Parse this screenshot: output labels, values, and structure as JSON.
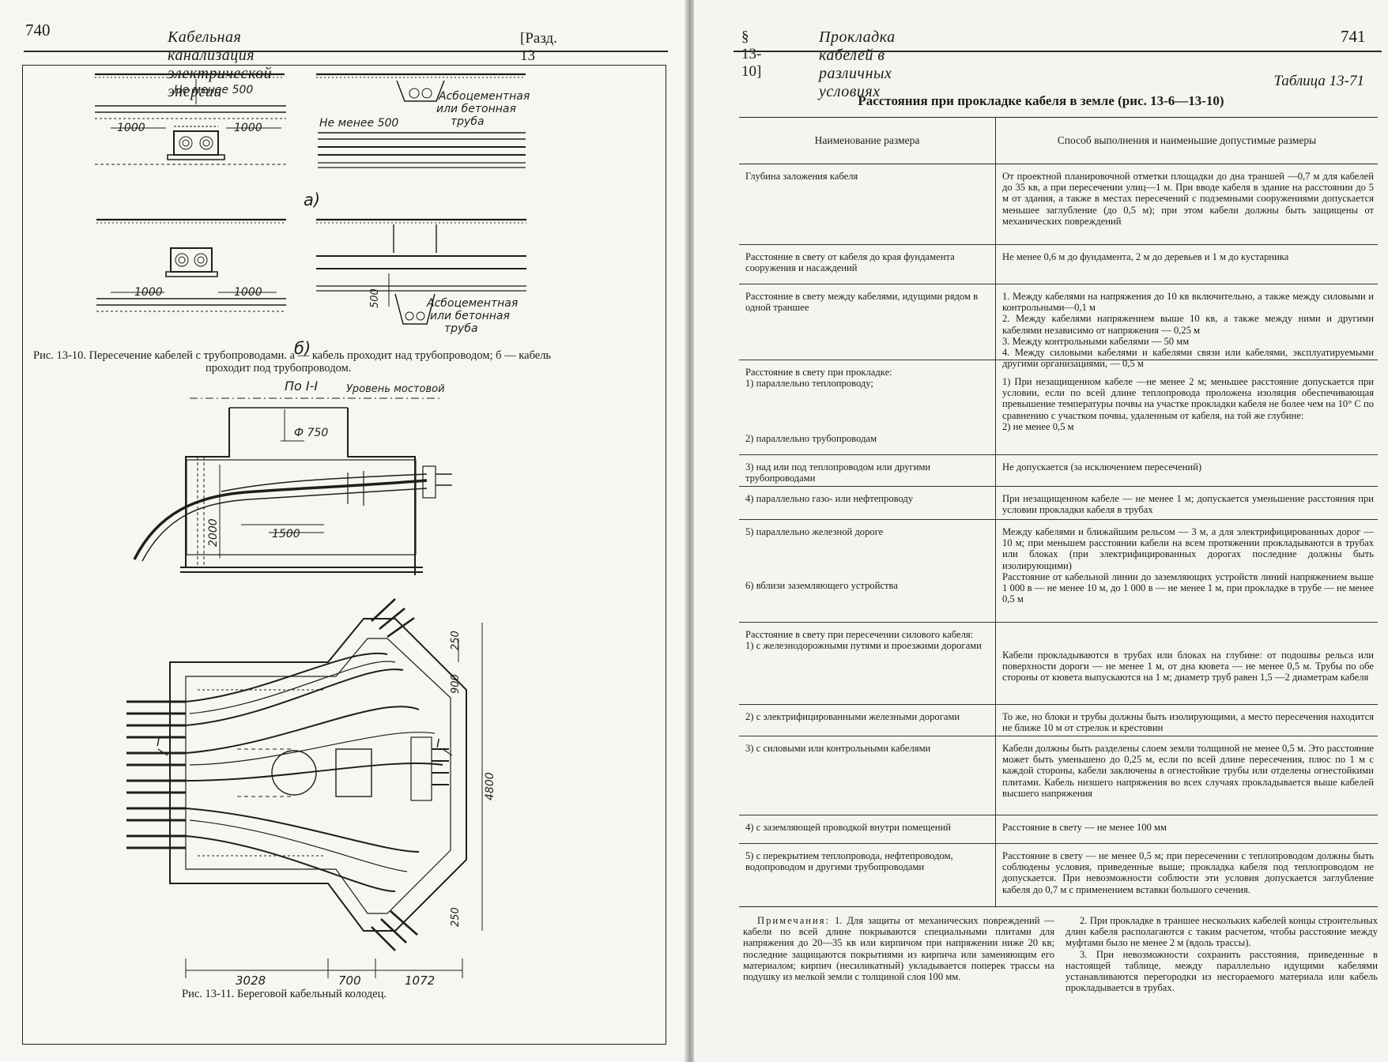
{
  "left_page": {
    "page_number": "740",
    "running_title": "Кабельная канализация электрической энергии",
    "section": "[Разд. 13",
    "fig10": {
      "labels": {
        "not_less_500": "Не менее 500",
        "dim_1000": "1000",
        "asbestos_1": "Асбоцементная",
        "asbestos_2": "или бетонная",
        "asbestos_3": "труба",
        "dim_500": "500",
        "part_a": "а)",
        "part_b": "б)"
      },
      "caption_line1": "Рис. 13-10. Пересечение кабелей с трубопроводами. а — кабель проходит над трубопроводом; б — кабель",
      "caption_line2": "проходит под трубопроводом."
    },
    "fig11": {
      "labels": {
        "section": "По I-I",
        "road_level": "Уровень мостовой",
        "diameter": "Ф 750",
        "dim_2000": "2000",
        "dim_1500": "1500",
        "dim_900": "900",
        "dim_250": "250",
        "dim_4800": "4800",
        "dim_3028": "3028",
        "dim_700": "700",
        "dim_1072": "1072",
        "mark_I": "I"
      },
      "caption": "Рис. 13-11. Береговой кабельный колодец."
    }
  },
  "right_page": {
    "section": "§ 13-10]",
    "running_title": "Прокладка кабелей в различных условиях",
    "page_number": "741",
    "table_label": "Таблица 13-71",
    "table_title": "Расстояния при прокладке кабеля в земле (рис. 13-6—13-10)",
    "headers": [
      "Наименование размера",
      "Способ выполнения и наименьшие допустимые размеры"
    ],
    "rows": [
      {
        "name": "Глубина заложения кабеля",
        "value": "От проектной планировочной отметки площадки до дна траншей —0,7 м для кабелей до 35 кв, а при пересечении улиц—1 м. При вводе кабеля в здание на расстоянии до 5 м от здания, а также в местах пересечений с подземными сооружениями допускается меньшее заглубление (до 0,5 м); при этом кабели должны быть защищены от механических повреждений"
      },
      {
        "name": "Расстояние в свету от кабеля до края фундамента сооружения и насаждений",
        "value": "Не менее 0,6 м до фундамента, 2 м до деревьев и 1 м до кустарника"
      },
      {
        "name": "Расстояние в свету между кабелями, идущими рядом в одной траншее",
        "items": [
          "1. Между кабелями на напряжения до 10 кв включительно, а также между силовыми и контрольными—0,1 м",
          "2. Между кабелями напряжением выше 10 кв, а также между ними и другими кабелями независимо от напряжения — 0,25 м",
          "3. Между контрольными кабелями — 50 мм",
          "4. Между силовыми кабелями и кабелями связи или кабелями, эксплуатируемыми другими организациями, — 0,5 м"
        ]
      },
      {
        "name_lines": [
          "Расстояние в свету при прокладке:",
          "1) параллельно теплопроводу;",
          "2) параллельно трубопроводам"
        ],
        "value": "1) При незащищенном кабеле —не менее 2 м; меньшее расстояние допускается при условии, если по всей длине теплопровода проложена изоляция обеспечивающая превышение температуры почвы на участке прокладки кабеля не более чем на 10° С по сравнению с участком почвы, удаленным от кабеля, на той же глубине:",
        "value2": "2) не менее 0,5 м"
      },
      {
        "name": "3) над или под теплопроводом или другими трубопроводами",
        "value": "Не допускается (за исключением пересечений)"
      },
      {
        "name": "4) параллельно газо- или нефтепроводу",
        "value": "При незащищенном кабеле — не менее 1 м; допускается уменьшение расстояния при условии прокладки кабеля в трубах"
      },
      {
        "name": "5) параллельно железной дороге",
        "name2": "6) вблизи заземляющего устройства",
        "value": "Между кабелями и ближайшим рельсом — 3 м, а для электрифицированных дорог — 10 м; при меньшем расстоянии кабели на всем протяжении прокладываются в трубах или блоках (при электрифицированных дорогах последние должны быть изолирующими)",
        "value2": "Расстояние от кабельной линии до заземляющих устройств линий напряжением выше 1 000 в — не менее 10 м, до 1 000 в — не менее 1 м, при прокладке в трубе — не менее 0,5 м"
      },
      {
        "name": "Расстояние в свету при пересечении силового кабеля:",
        "name2": "1) с железнодорожными путями и проезжими дорогами",
        "value": "Кабели прокладываются в трубах или блоках на глубине: от подошвы рельса или поверхности дороги — не менее 1 м, от дна кювета — не менее 0,5 м. Трубы по обе стороны от кювета выпускаются на 1 м; диаметр труб равен 1,5 —2 диаметрам кабеля"
      },
      {
        "name": "2) с электрифицированными железными дорогами",
        "value": "То же, но блоки и трубы должны быть изолирующими, а место пересечения находится не ближе 10 м от стрелок и крестовин"
      },
      {
        "name": "3) с силовыми или контрольными кабелями",
        "value": "Кабели должны быть разделены слоем земли толщиной не менее 0,5 м. Это расстояние может быть уменьшено до 0,25 м, если по всей длине пересечения, плюс по 1 м с каждой стороны, кабели заключены в огнестойкие трубы или отделены огнестойкими плитами. Кабель низшего напряжения во всех случаях прокладывается выше кабелей высшего напряжения"
      },
      {
        "name": "4) с заземляющей проводкой внутри помещений",
        "value": "Расстояние в свету — не менее 100 мм"
      },
      {
        "name": "5) с перекрытием теплопровода, нефтепроводом, водопроводом и другими трубопроводами",
        "value": "Расстояние в свету — не менее 0,5 м; при пересечении с теплопроводом должны быть соблюдены условия, приведенные выше; прокладка кабеля под теплопроводом не допускается. При невозможности соблюсти эти условия допускается заглубление кабеля до 0,7 м с применением вставки большого сечения."
      }
    ],
    "notes_head": "Примечания:",
    "notes_left": "1. Для защиты от механических повреждений — кабели по всей длине покрываются специальными плитами для напряжения до 20—35 кв или кирпичом при напряжении ниже 20 кв; последние защищаются покрытиями из кирпича или заменяющим его материалом; кирпич (несиликатный) укладывается поперек трассы на подушку из мелкой земли с толщиной слоя 100 мм.",
    "notes_right_1": "2. При прокладке в траншее нескольких кабелей концы строительных длин кабеля располагаются с таким расчетом, чтобы расстояние между муфтами было не менее 2 м (вдоль трассы).",
    "notes_right_2": "3. При невозможности сохранить расстояния, приведенные в настоящей таблице, между параллельно идущими кабелями устанавливаются перегородки из несгораемого материала или кабель прокладывается в трубах."
  }
}
